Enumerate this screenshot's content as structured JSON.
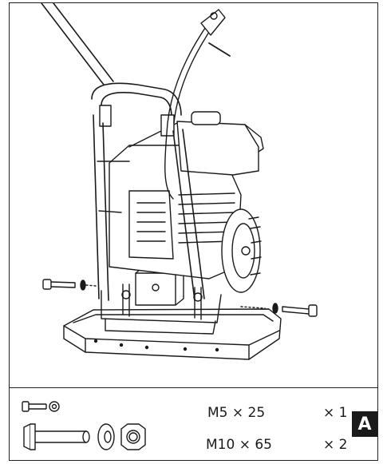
{
  "parts": [
    {
      "spec": "M5 × 25",
      "qty": "× 1",
      "icon": "small-bolt-washer-icon"
    },
    {
      "spec": "M10 × 65",
      "qty": "× 2",
      "icon": "large-bolt-washer-nut-icon"
    }
  ],
  "step_label": "A",
  "colors": {
    "line": "#1a1a1a",
    "badge_bg": "#1a1a1a",
    "badge_text": "#ffffff"
  }
}
